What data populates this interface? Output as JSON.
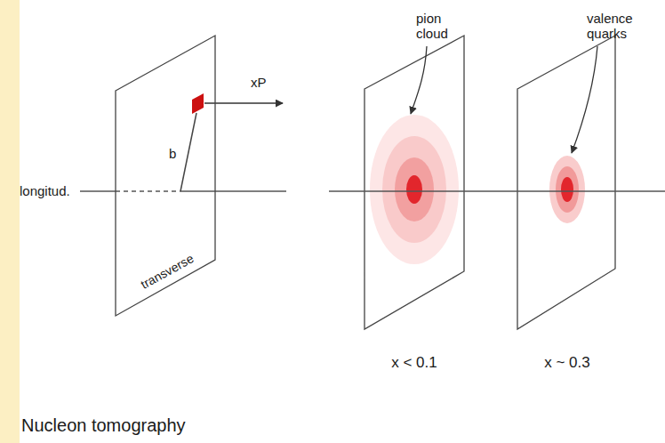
{
  "diagram": {
    "caption": "Nucleon tomography",
    "nodes": [
      {
        "text": [
          "transverse"
        ]
      }
    ],
    "labels": [
      "xP",
      "b",
      "longitud.",
      "pion cloud",
      "valence quarks",
      "x < 0.1",
      "x ~ 0.3"
    ]
  }
}
